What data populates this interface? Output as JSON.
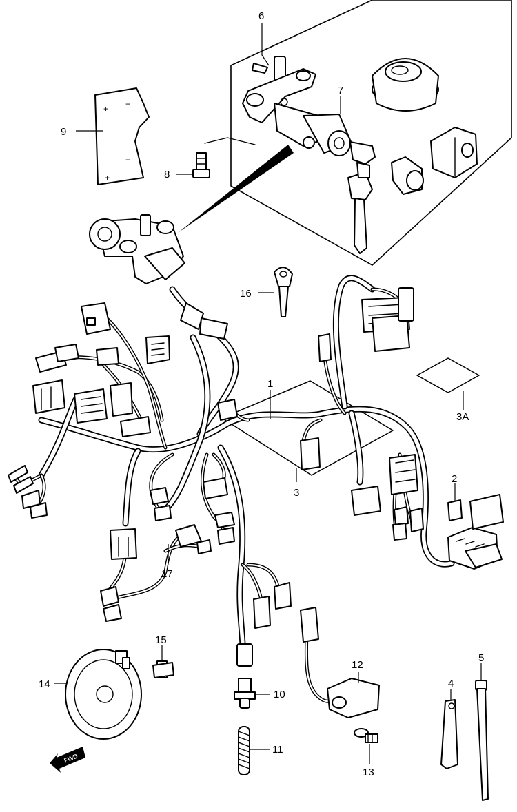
{
  "callouts": {
    "c1": "1",
    "c2": "2",
    "c3": "3",
    "c3a": "3A",
    "c4": "4",
    "c5": "5",
    "c6": "6",
    "c7": "7",
    "c8": "8",
    "c9": "9",
    "c10": "10",
    "c11": "11",
    "c12": "12",
    "c13": "13",
    "c14": "14",
    "c15": "15",
    "c16": "16",
    "c17": "17"
  },
  "direction_badge": "FWD"
}
